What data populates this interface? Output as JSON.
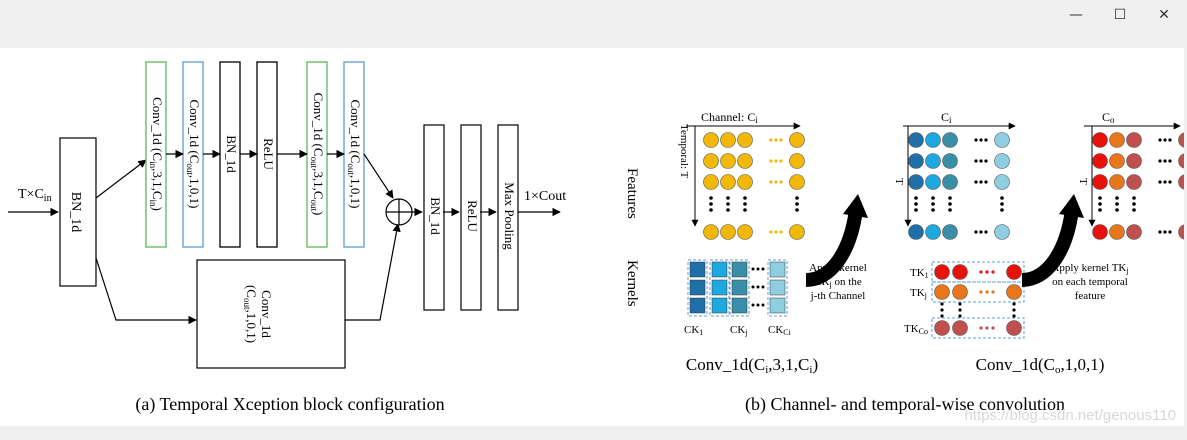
{
  "window": {
    "minimize_icon": "minimize-icon",
    "maximize_icon": "maximize-icon",
    "close_icon": "close-icon",
    "minimize_glyph": "—",
    "maximize_glyph": "☐",
    "close_glyph": "✕"
  },
  "watermark": "https://blog.csdn.net/genous110",
  "diagram_a": {
    "caption": "(a)  Temporal Xception block configuration",
    "input_label": "T×C",
    "input_sub": "in",
    "output_label": "1×Cout",
    "bn_main": "BN_1d",
    "top_branch": [
      {
        "text": "Conv_1d (C",
        "sub": "in",
        "tail": ",3,1,C",
        "sub2": "in",
        "end": ")"
      },
      {
        "text": "Conv_1d (C",
        "sub": "out",
        "tail": ",1,0,1)",
        "sub2": "",
        "end": ""
      },
      {
        "text": "BN_1d",
        "sub": "",
        "tail": "",
        "sub2": "",
        "end": ""
      },
      {
        "text": "ReLU",
        "sub": "",
        "tail": "",
        "sub2": "",
        "end": ""
      },
      {
        "text": "Conv_1d (C",
        "sub": "out",
        "tail": ",3,1,C",
        "sub2": "out",
        "end": ")"
      },
      {
        "text": "Conv_1d (C",
        "sub": "out",
        "tail": ",1,0,1)",
        "sub2": "",
        "end": ""
      }
    ],
    "shortcut_line1": "Conv_1d",
    "shortcut_line2_a": "(C",
    "shortcut_line2_sub": "out",
    "shortcut_line2_b": ",1,0,1)",
    "post": [
      "BN_1d",
      "ReLU",
      "Max Pooling"
    ],
    "colors": {
      "green": "#5cb85c",
      "blue": "#5b9bd5",
      "black": "#000000"
    }
  },
  "diagram_b": {
    "caption": "(b)  Channel- and temporal-wise convolution",
    "features_label": "Features",
    "kernels_label": "Kernels",
    "channel_axis": "Channel: C",
    "channel_axis_sub": "i",
    "temporal_axis": "Temporal: T",
    "ci_label": "C",
    "ci_sub": "i",
    "co_label": "C",
    "co_sub": "o",
    "t_label": "T",
    "apply1_lines": [
      "Apply kernel",
      "CK",
      "on the",
      "j-th Channel"
    ],
    "apply1_sub": "j",
    "apply2_lines": [
      "Apply kernel TK",
      "on each temporal",
      "feature"
    ],
    "apply2_sub": "j",
    "ck_labels": [
      {
        "t": "CK",
        "s": "1"
      },
      {
        "t": "CK",
        "s": "j"
      },
      {
        "t": "CK",
        "s": "Ci"
      }
    ],
    "tk_labels": [
      {
        "t": "TK",
        "s": "1"
      },
      {
        "t": "TK",
        "s": "j"
      },
      {
        "t": "TK",
        "s": "Co"
      }
    ],
    "formula1": {
      "a": "Conv_1d(C",
      "s1": "i",
      "b": ",3,1,C",
      "s2": "i",
      "c": ")"
    },
    "formula2": {
      "a": "Conv_1d(C",
      "s1": "o",
      "b": ",1,0,1)"
    },
    "colors": {
      "yellow": "#f2b807",
      "blue_dark": "#1f6fa8",
      "blue_mid": "#1ea8e0",
      "blue_teal": "#3a8fa8",
      "blue_light": "#8fcde0",
      "red": "#e8120c",
      "orange": "#e8761a",
      "red_muted": "#c0504d",
      "dash": "#5b9bd5"
    }
  }
}
